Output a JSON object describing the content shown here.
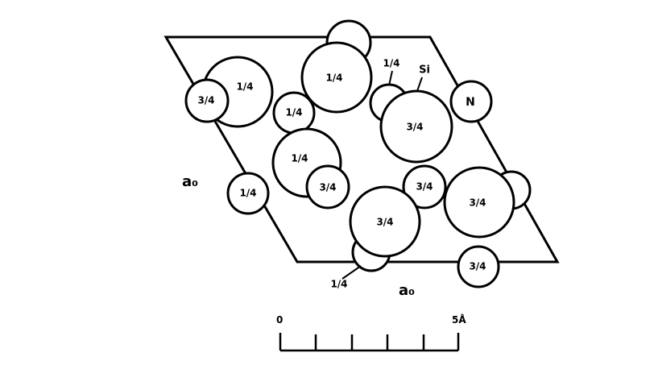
{
  "atoms": [
    {
      "id": "a1",
      "label": ""
    },
    {
      "id": "a2",
      "label": "1/4"
    },
    {
      "id": "a3",
      "label": "1/4"
    },
    {
      "id": "a4",
      "label": "3/4"
    },
    {
      "id": "a5",
      "label": "1/4"
    },
    {
      "id": "a6",
      "label": ""
    },
    {
      "id": "a7",
      "label": "3/4"
    },
    {
      "id": "a8",
      "label": "N"
    },
    {
      "id": "a9",
      "label": "1/4"
    },
    {
      "id": "a10",
      "label": "3/4"
    },
    {
      "id": "a11",
      "label": "1/4"
    },
    {
      "id": "a12",
      "label": "3/4"
    },
    {
      "id": "a13",
      "label": ""
    },
    {
      "id": "a14",
      "label": "3/4"
    },
    {
      "id": "a15",
      "label": ""
    },
    {
      "id": "a16",
      "label": "3/4"
    },
    {
      "id": "a17",
      "label": "3/4"
    }
  ],
  "annotations": {
    "si": "Si",
    "upper_quarter": "1/4",
    "lower_quarter": "1/4"
  },
  "axes": {
    "left": "a₀",
    "bottom": "a₀"
  },
  "scale_bar": {
    "start": "0",
    "end": "5Å"
  }
}
